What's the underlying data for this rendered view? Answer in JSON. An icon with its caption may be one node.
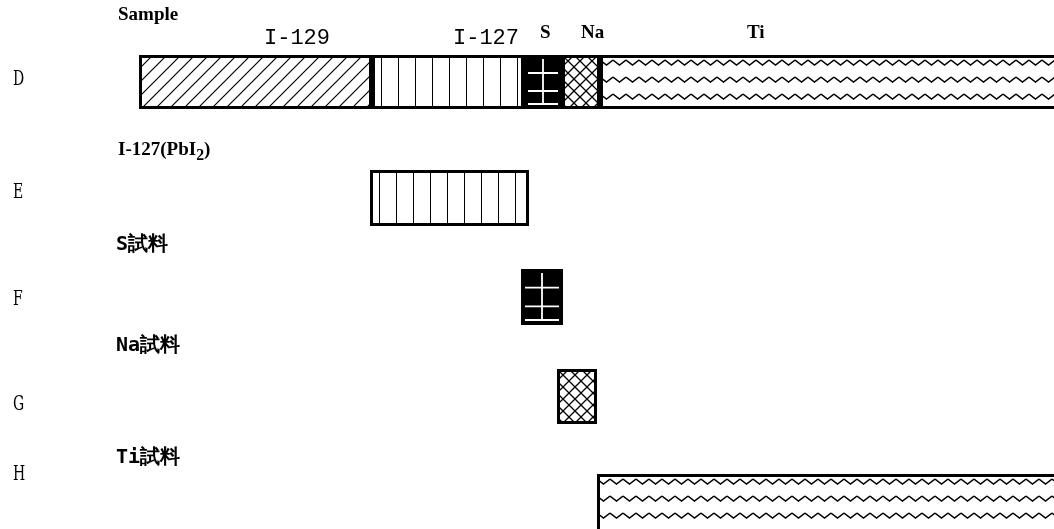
{
  "diagram": {
    "nodes": [
      {
        "text": [
          "I-129"
        ]
      },
      {
        "text": [
          "I-127"
        ]
      },
      {
        "text": [
          "S"
        ]
      },
      {
        "text": [
          "Na"
        ]
      },
      {
        "text": [
          "Ti"
        ]
      },
      {
        "text": [],
        "shape": "bar"
      },
      {
        "text": [],
        "shape": "bar"
      },
      {
        "text": [],
        "shape": "bar"
      },
      {
        "text": [],
        "shape": "bar"
      }
    ],
    "labels": [
      "Sample",
      "D",
      "I-127(PbI$_{2}$)",
      "E",
      "S試料",
      "F",
      "Na試料",
      "G",
      "Ti試料",
      "H"
    ]
  }
}
